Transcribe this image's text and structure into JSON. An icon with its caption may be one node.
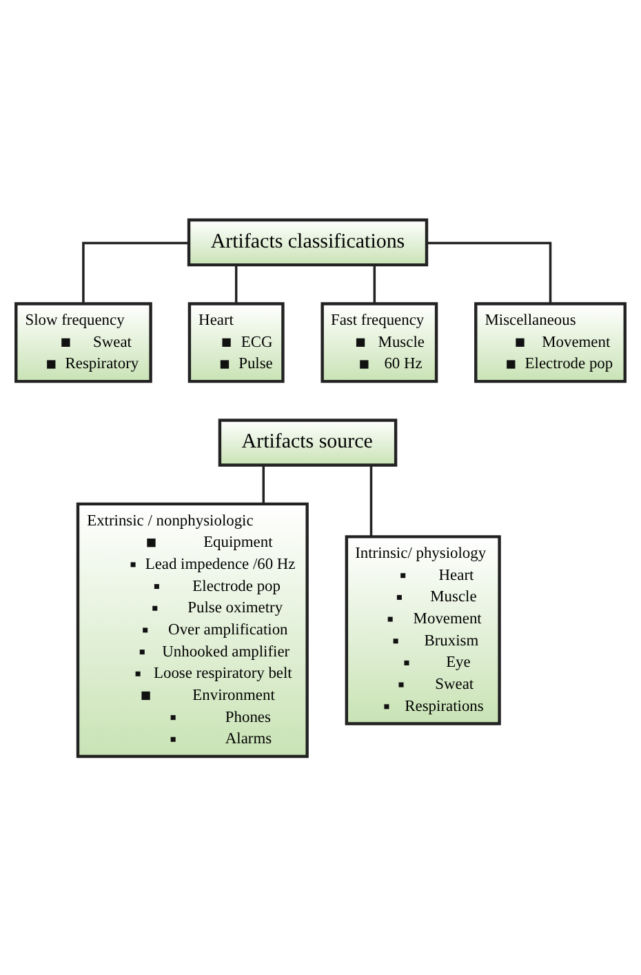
{
  "diagram": {
    "nodes": [
      {
        "text": [
          "Artifacts classifications"
        ]
      },
      {
        "text": [
          "Slow frequency",
          "Sweat",
          "Respiratory"
        ]
      },
      {
        "text": [
          "Heart",
          "ECG",
          "Pulse"
        ]
      },
      {
        "text": [
          "Fast frequency",
          "Muscle",
          "60 Hz"
        ]
      },
      {
        "text": [
          "Miscellaneous",
          "Movement",
          "Electrode pop"
        ]
      },
      {
        "text": [
          "Artifacts source"
        ]
      },
      {
        "text": [
          "Extrinsic / nonphysiologic",
          "Equipment",
          "Lead impedence /60 Hz",
          "Electrode pop",
          "Pulse oximetry",
          "Over amplification",
          "Unhooked amplifier",
          "Loose respiratory belt",
          "Environment",
          "Phones",
          "Alarms"
        ]
      },
      {
        "text": [
          "Intrinsic/ physiology",
          "Heart",
          "Muscle",
          "Movement",
          "Bruxism",
          "Eye",
          "Sweat",
          "Respirations"
        ]
      }
    ],
    "edges": [
      {
        "from": 0,
        "to": 1,
        "arrow": "none"
      },
      {
        "from": 0,
        "to": 2,
        "arrow": "none"
      },
      {
        "from": 0,
        "to": 3,
        "arrow": "none"
      },
      {
        "from": 0,
        "to": 4,
        "arrow": "none"
      },
      {
        "from": 5,
        "to": 6,
        "arrow": "none"
      },
      {
        "from": 5,
        "to": 7,
        "arrow": "none"
      }
    ]
  }
}
